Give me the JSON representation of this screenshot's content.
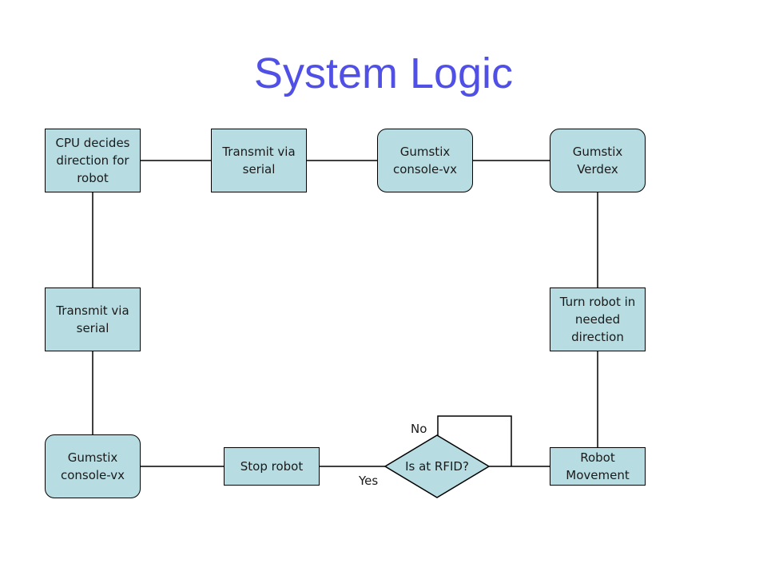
{
  "colors": {
    "title": "#5050e6",
    "node_fill": "#b7dde3",
    "line": "#000000"
  },
  "title": "System Logic",
  "nodes": {
    "cpu_decides": "CPU decides direction for robot",
    "transmit_top": "Transmit via serial",
    "console_top": "Gumstix console-vx",
    "verdex": "Gumstix Verdex",
    "transmit_left": "Transmit via serial",
    "turn_robot": "Turn robot in needed direction",
    "console_bottom": "Gumstix console-vx",
    "stop_robot": "Stop robot",
    "is_at_rfid": "Is at RFID?",
    "robot_movement": "Robot Movement"
  },
  "edge_labels": {
    "no": "No",
    "yes": "Yes"
  }
}
